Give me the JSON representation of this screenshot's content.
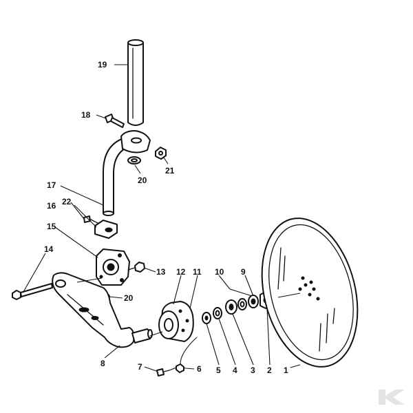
{
  "labels": {
    "p1": "1",
    "p2": "2",
    "p3": "3",
    "p4": "4",
    "p5": "5",
    "p6": "6",
    "p7": "7",
    "p8": "8",
    "p9": "9",
    "p10": "10",
    "p11": "11",
    "p12": "12",
    "p13": "13",
    "p14": "14",
    "p15": "15",
    "p16": "16",
    "p17": "17",
    "p18": "18",
    "p19": "19",
    "p20a": "20",
    "p20b": "20",
    "p21": "21",
    "p22": "22"
  },
  "logo": {
    "text": "K",
    "icon": "brand-logo-icon",
    "color": "#e4e4e4"
  }
}
